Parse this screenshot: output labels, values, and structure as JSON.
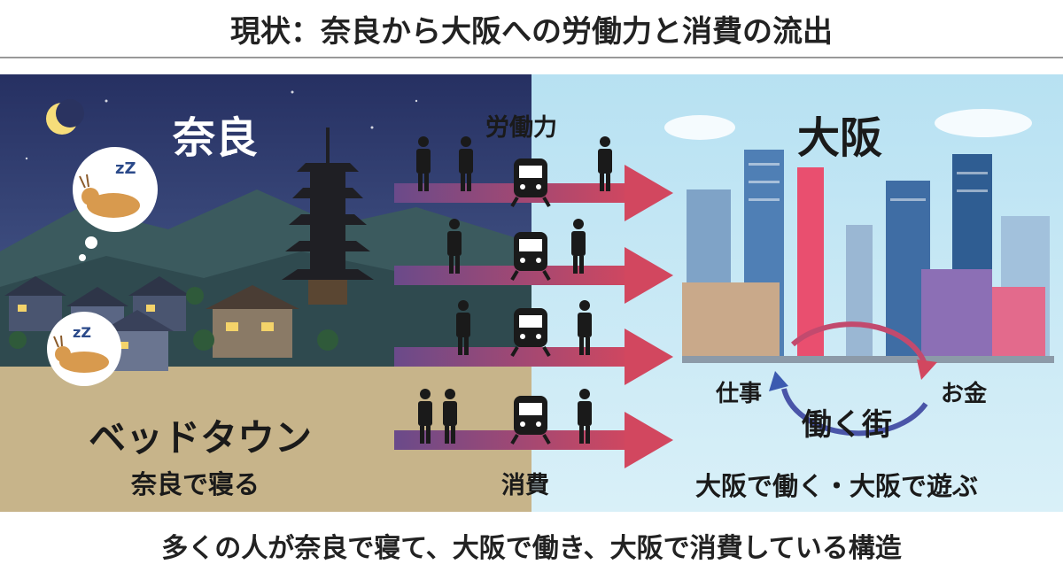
{
  "header": {
    "title": "現状：奈良から大阪への労働力と消費の流出"
  },
  "nara": {
    "title": "奈良",
    "bedtown_label": "ベッドタウン",
    "sleep_label": "奈良で寝る",
    "sleep_symbol": "zZ"
  },
  "flow": {
    "labor_label": "労働力",
    "consumption_label": "消費"
  },
  "osaka": {
    "title": "大阪",
    "cycle_left": "仕事",
    "cycle_right": "お金",
    "cycle_center": "働く街",
    "tagline": "大阪で働く・大阪で遊ぶ"
  },
  "footer": {
    "caption": "多くの人が奈良で寝て、大阪で働き、大阪で消費している構造"
  },
  "colors": {
    "night_sky": "#2a3360",
    "ground": "#c7b48a",
    "day_sky": "#b9e3f3",
    "arrow_start": "#6a4a8a",
    "arrow_end": "#d2475f"
  },
  "icons": [
    "moon-icon",
    "deer-icon",
    "pagoda-icon",
    "train-icon",
    "businessman-icon",
    "skyscraper-icon",
    "cycle-arrow-icon"
  ]
}
